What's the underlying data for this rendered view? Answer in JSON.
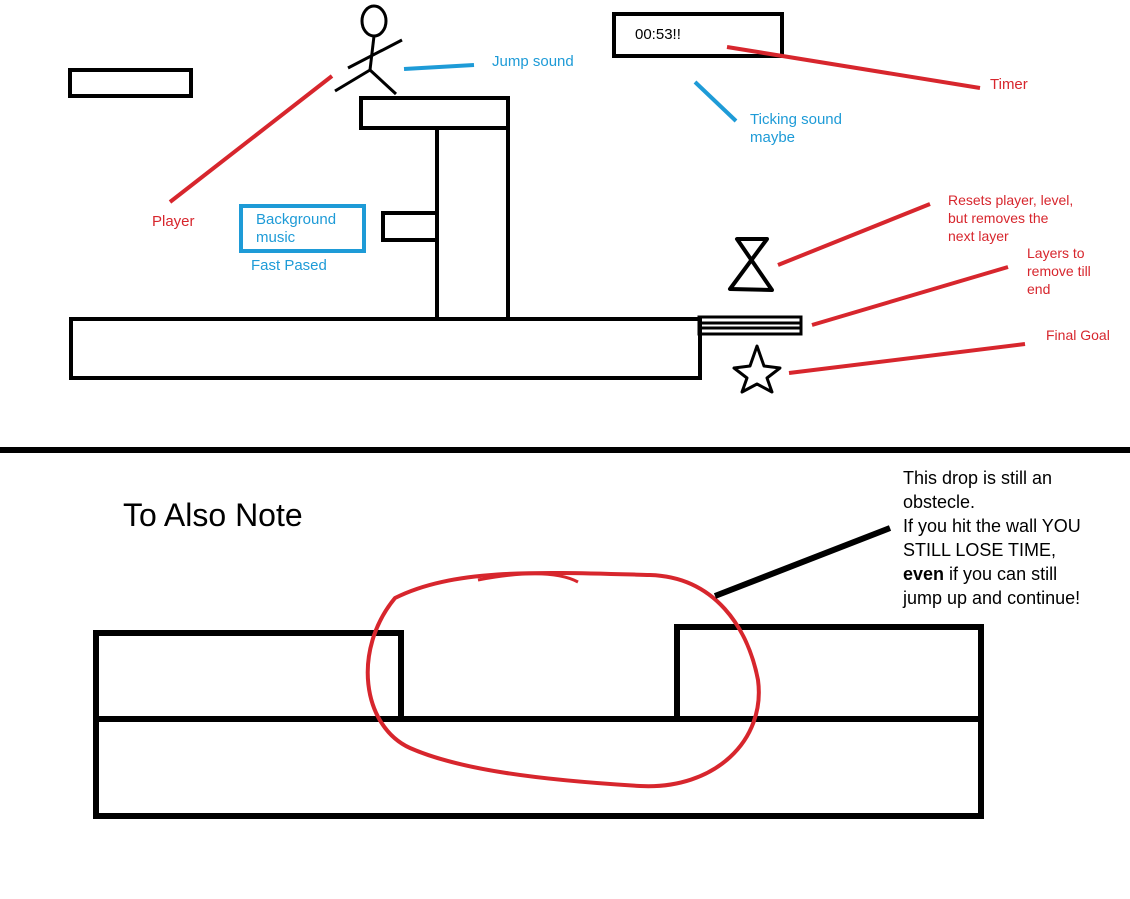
{
  "timer": {
    "value": "00:53!!",
    "label": "Timer"
  },
  "labels": {
    "jump_sound": "Jump sound",
    "ticking_sound": "Ticking sound\nmaybe",
    "player": "Player",
    "background_music": "Background\nmusic",
    "fast_paced": "Fast Pased",
    "resets": "Resets player, level,\nbut removes the\nnext layer",
    "layers": "Layers to\nremove till\nend",
    "final_goal": "Final Goal"
  },
  "note": {
    "title": "To Also Note",
    "drop_line1": "This drop is still an\nobstecle.\nIf you hit the wall YOU\nSTILL LOSE TIME,",
    "drop_bold": "even",
    "drop_line2": " if you can still\njump up and continue!"
  },
  "colors": {
    "ink": "#000000",
    "red": "#d7262d",
    "blue": "#1e9bd7"
  }
}
